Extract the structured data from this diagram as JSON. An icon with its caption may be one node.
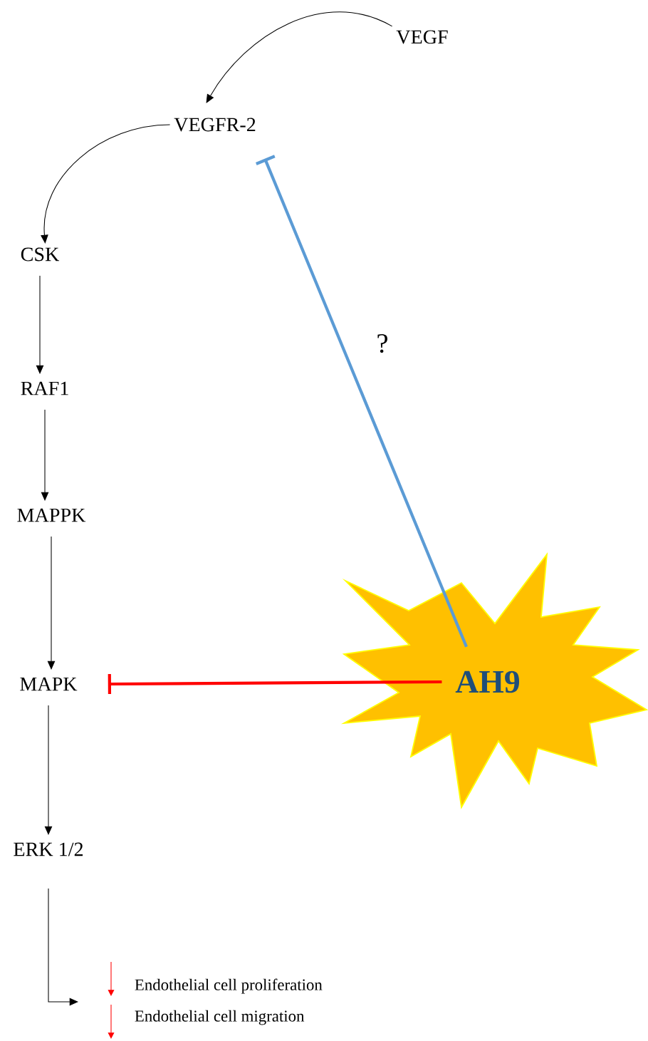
{
  "diagram": {
    "nodes": [
      {
        "text": [
          "VEGF"
        ]
      },
      {
        "text": [
          "VEGFR-2"
        ]
      },
      {
        "text": [
          "CSK"
        ]
      },
      {
        "text": [
          "RAF1"
        ]
      },
      {
        "text": [
          "MAPPK"
        ]
      },
      {
        "text": [
          "MAPK"
        ]
      },
      {
        "text": [
          "ERK 1/2"
        ]
      },
      {
        "text": [
          "AH9"
        ]
      },
      {
        "text": [
          "Endothelial cell proliferation",
          "Endothelial cell migration"
        ]
      }
    ],
    "edges": [
      {
        "from": 0,
        "to": 1,
        "arrow": "to"
      },
      {
        "from": 1,
        "to": 2,
        "arrow": "to"
      },
      {
        "from": 2,
        "to": 3,
        "arrow": "to"
      },
      {
        "from": 3,
        "to": 4,
        "arrow": "to"
      },
      {
        "from": 4,
        "to": 5,
        "arrow": "to"
      },
      {
        "from": 5,
        "to": 6,
        "arrow": "to"
      },
      {
        "from": 6,
        "to": 8,
        "arrow": "to"
      },
      {
        "from": 7,
        "to": 1,
        "arrow": "other",
        "label": "?",
        "style": "thick",
        "color": "#5b9bd5"
      },
      {
        "from": 7,
        "to": 5,
        "arrow": "other",
        "style": "thick",
        "color": "#ff0000"
      }
    ]
  }
}
